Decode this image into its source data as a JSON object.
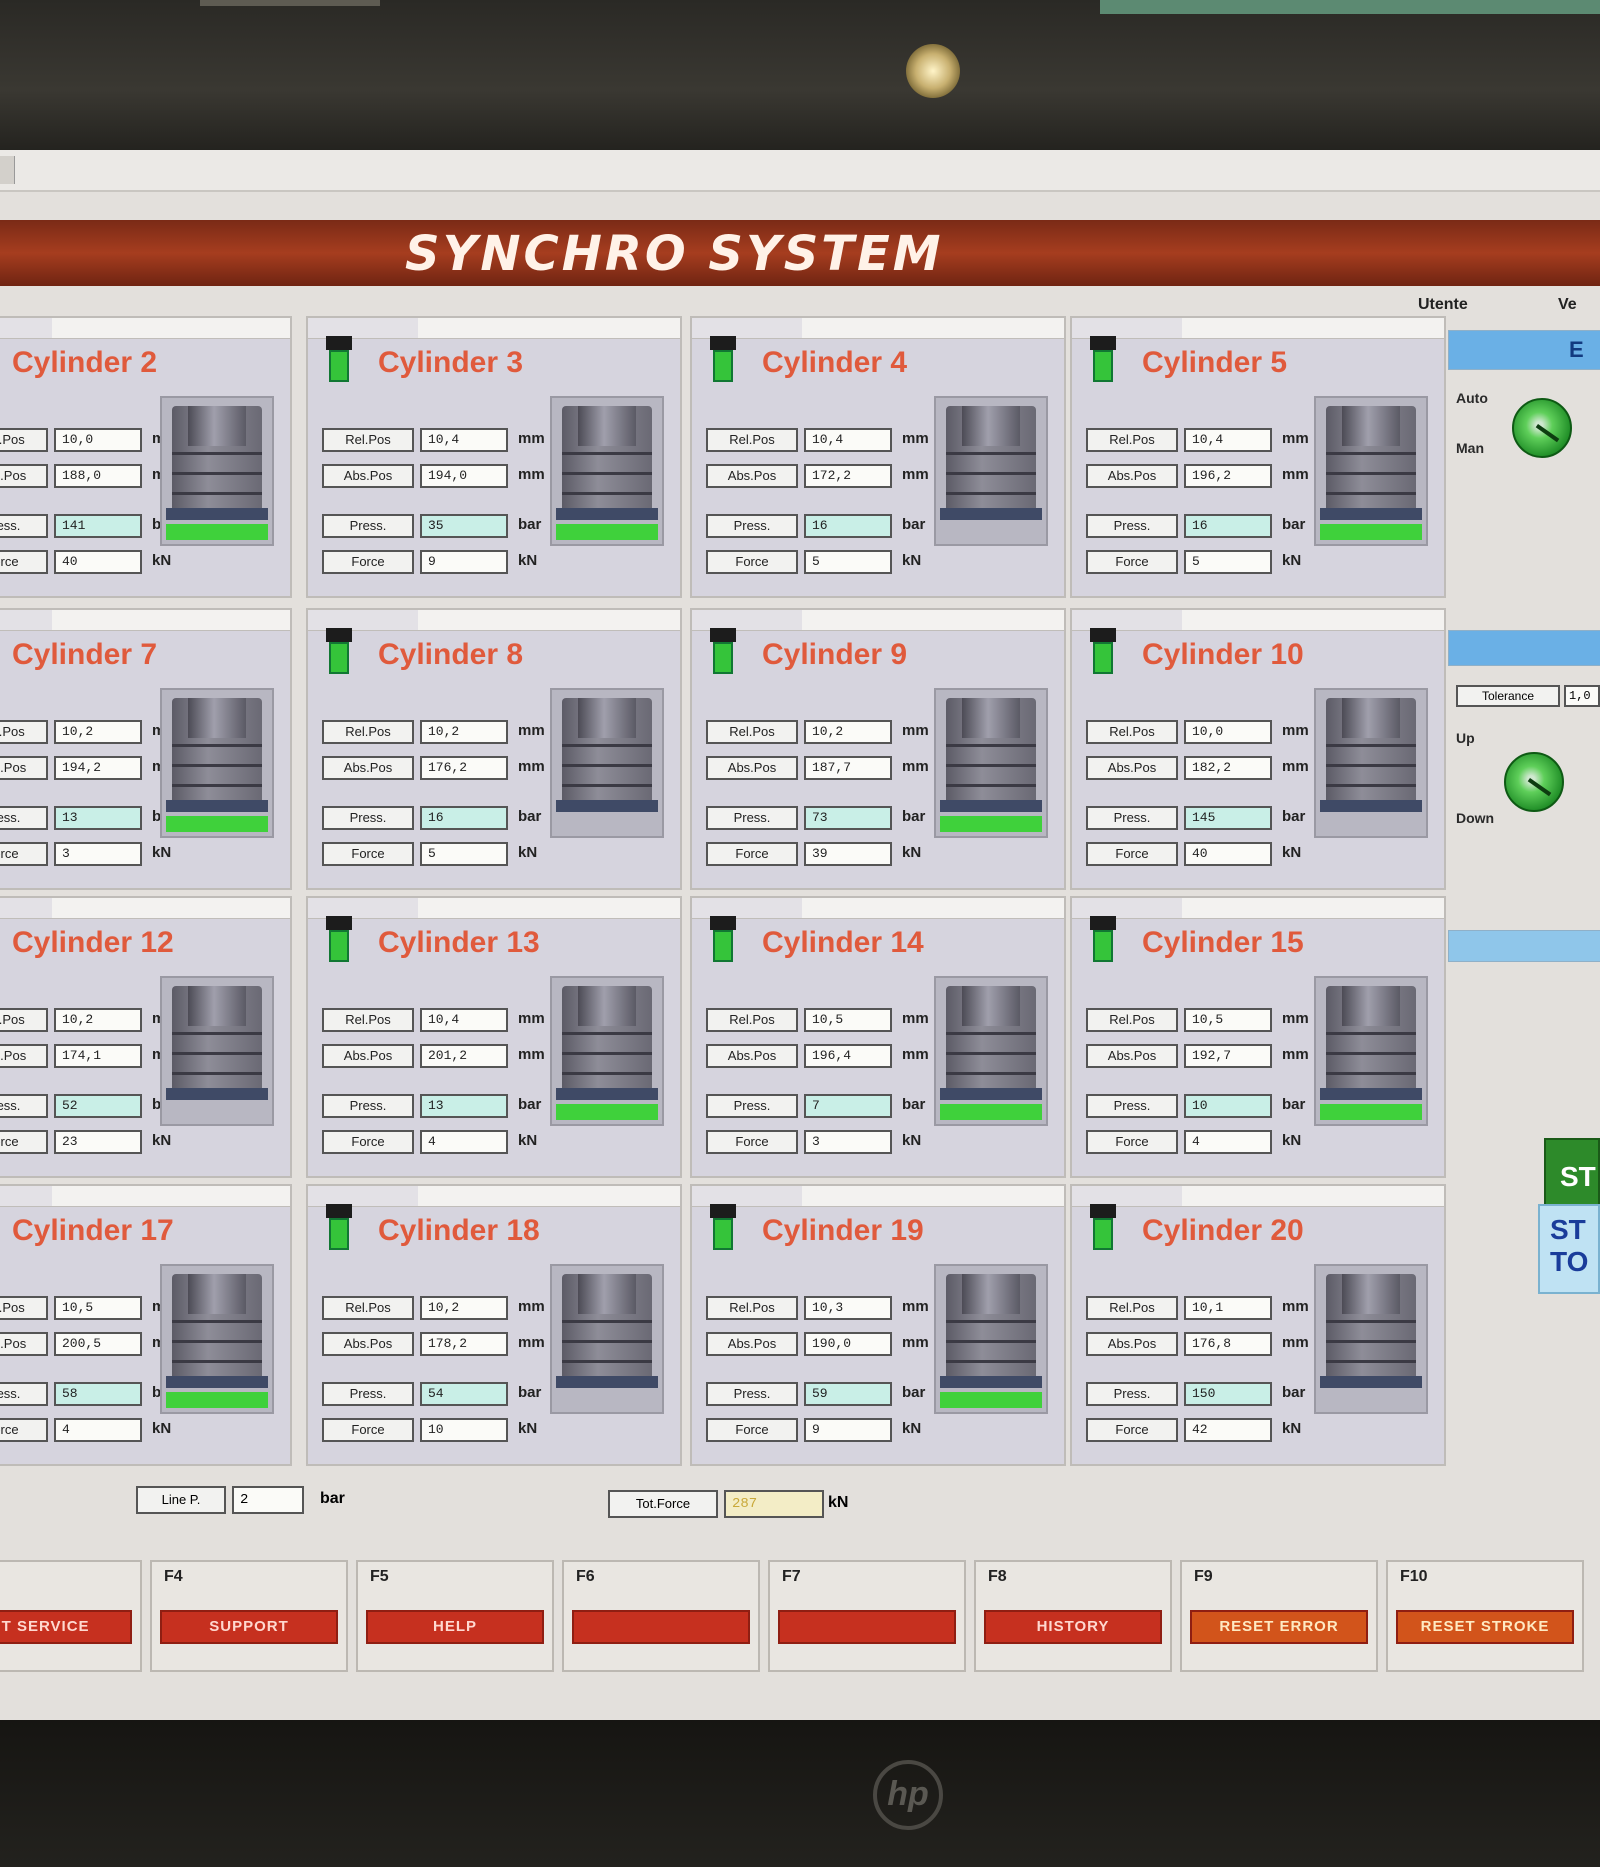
{
  "app": {
    "title": "SYNCHRO SYSTEM"
  },
  "side": {
    "header_left": "Utente",
    "header_right": "Ve",
    "blue_label": "E",
    "auto_label": "Auto",
    "man_label": "Man",
    "tolerance_label": "Tolerance",
    "tolerance_value": "1,0",
    "up_label": "Up",
    "down_label": "Down",
    "start_label": "ST",
    "stop_label": "ST TO"
  },
  "cylinders": [
    {
      "title": "Cylinder 2",
      "rel_pos": "10,0",
      "abs_pos": "188,0",
      "press": "141",
      "force": "40",
      "fill": 1.0
    },
    {
      "title": "Cylinder 3",
      "rel_pos": "10,4",
      "abs_pos": "194,0",
      "press": "35",
      "force": "9",
      "fill": 1.0
    },
    {
      "title": "Cylinder 4",
      "rel_pos": "10,4",
      "abs_pos": "172,2",
      "press": "16",
      "force": "5",
      "fill": 0.0
    },
    {
      "title": "Cylinder 5",
      "rel_pos": "10,4",
      "abs_pos": "196,2",
      "press": "16",
      "force": "5",
      "fill": 1.0
    },
    {
      "title": "Cylinder 7",
      "rel_pos": "10,2",
      "abs_pos": "194,2",
      "press": "13",
      "force": "3",
      "fill": 1.0
    },
    {
      "title": "Cylinder 8",
      "rel_pos": "10,2",
      "abs_pos": "176,2",
      "press": "16",
      "force": "5",
      "fill": 0.0
    },
    {
      "title": "Cylinder 9",
      "rel_pos": "10,2",
      "abs_pos": "187,7",
      "press": "73",
      "force": "39",
      "fill": 1.0
    },
    {
      "title": "Cylinder 10",
      "rel_pos": "10,0",
      "abs_pos": "182,2",
      "press": "145",
      "force": "40",
      "fill": 0.0
    },
    {
      "title": "Cylinder 12",
      "rel_pos": "10,2",
      "abs_pos": "174,1",
      "press": "52",
      "force": "23",
      "fill": 0.0
    },
    {
      "title": "Cylinder 13",
      "rel_pos": "10,4",
      "abs_pos": "201,2",
      "press": "13",
      "force": "4",
      "fill": 1.0
    },
    {
      "title": "Cylinder 14",
      "rel_pos": "10,5",
      "abs_pos": "196,4",
      "press": "7",
      "force": "3",
      "fill": 1.0
    },
    {
      "title": "Cylinder 15",
      "rel_pos": "10,5",
      "abs_pos": "192,7",
      "press": "10",
      "force": "4",
      "fill": 1.0
    },
    {
      "title": "Cylinder 17",
      "rel_pos": "10,5",
      "abs_pos": "200,5",
      "press": "58",
      "force": "4",
      "fill": 1.0
    },
    {
      "title": "Cylinder 18",
      "rel_pos": "10,2",
      "abs_pos": "178,2",
      "press": "54",
      "force": "10",
      "fill": 0.0
    },
    {
      "title": "Cylinder 19",
      "rel_pos": "10,3",
      "abs_pos": "190,0",
      "press": "59",
      "force": "9",
      "fill": 1.0
    },
    {
      "title": "Cylinder 20",
      "rel_pos": "10,1",
      "abs_pos": "176,8",
      "press": "150",
      "force": "42",
      "fill": 0.0
    }
  ],
  "labels": {
    "rel_pos": "Rel.Pos",
    "abs_pos": "Abs.Pos",
    "press": "Press.",
    "force": "Force",
    "mm": "mm",
    "bar": "bar",
    "kn": "kN"
  },
  "bottom": {
    "line_p_label": "Line P.",
    "line_p_value": "2",
    "line_p_unit": "bar",
    "tot_force_label": "Tot.Force",
    "tot_force_value": "287",
    "tot_force_unit": "kN"
  },
  "fkeys": [
    {
      "key": "",
      "label": "IT SERVICE",
      "tone": "red"
    },
    {
      "key": "F4",
      "label": "SUPPORT",
      "tone": "red"
    },
    {
      "key": "F5",
      "label": "HELP",
      "tone": "red"
    },
    {
      "key": "F6",
      "label": "",
      "tone": "red"
    },
    {
      "key": "F7",
      "label": "",
      "tone": "red"
    },
    {
      "key": "F8",
      "label": "HISTORY",
      "tone": "red"
    },
    {
      "key": "F9",
      "label": "RESET ERROR",
      "tone": "orange"
    },
    {
      "key": "F10",
      "label": "RESET STROKE",
      "tone": "orange"
    }
  ],
  "brand": {
    "bezel_logo": "hp"
  },
  "colors": {
    "banner": "#a63d1f",
    "title_text": "#e05a3c",
    "valve_green": "#35c43a",
    "fkey_red": "#c6301f",
    "start_green": "#2d8a2a"
  }
}
